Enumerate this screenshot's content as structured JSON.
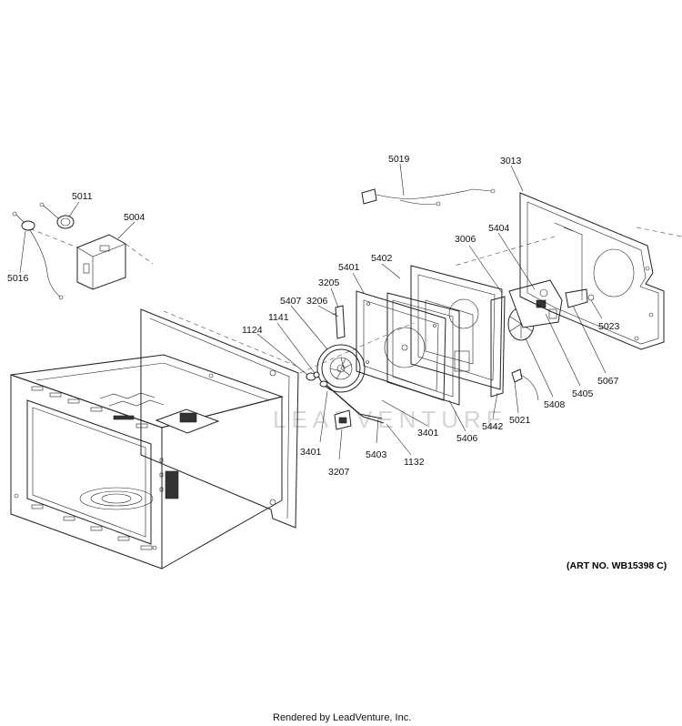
{
  "watermark": "LEADVENTURE",
  "art_number": "(ART NO. WB15398 C)",
  "footer": "Rendered by LeadVenture, Inc.",
  "labels": {
    "p5019": "5019",
    "p3013": "3013",
    "p5011": "5011",
    "p5004": "5004",
    "p5016": "5016",
    "p5404": "5404",
    "p3006": "3006",
    "p5402": "5402",
    "p5401": "5401",
    "p3205": "3205",
    "p5407": "5407",
    "p3206": "3206",
    "p1141": "1141",
    "p1124": "1124",
    "p5023": "5023",
    "p5067": "5067",
    "p5405": "5405",
    "p5408": "5408",
    "p5021": "5021",
    "p5442": "5442",
    "p5406": "5406",
    "p3401_right": "3401",
    "p3401_left": "3401",
    "p5403": "5403",
    "p1132": "1132",
    "p3207": "3207"
  }
}
